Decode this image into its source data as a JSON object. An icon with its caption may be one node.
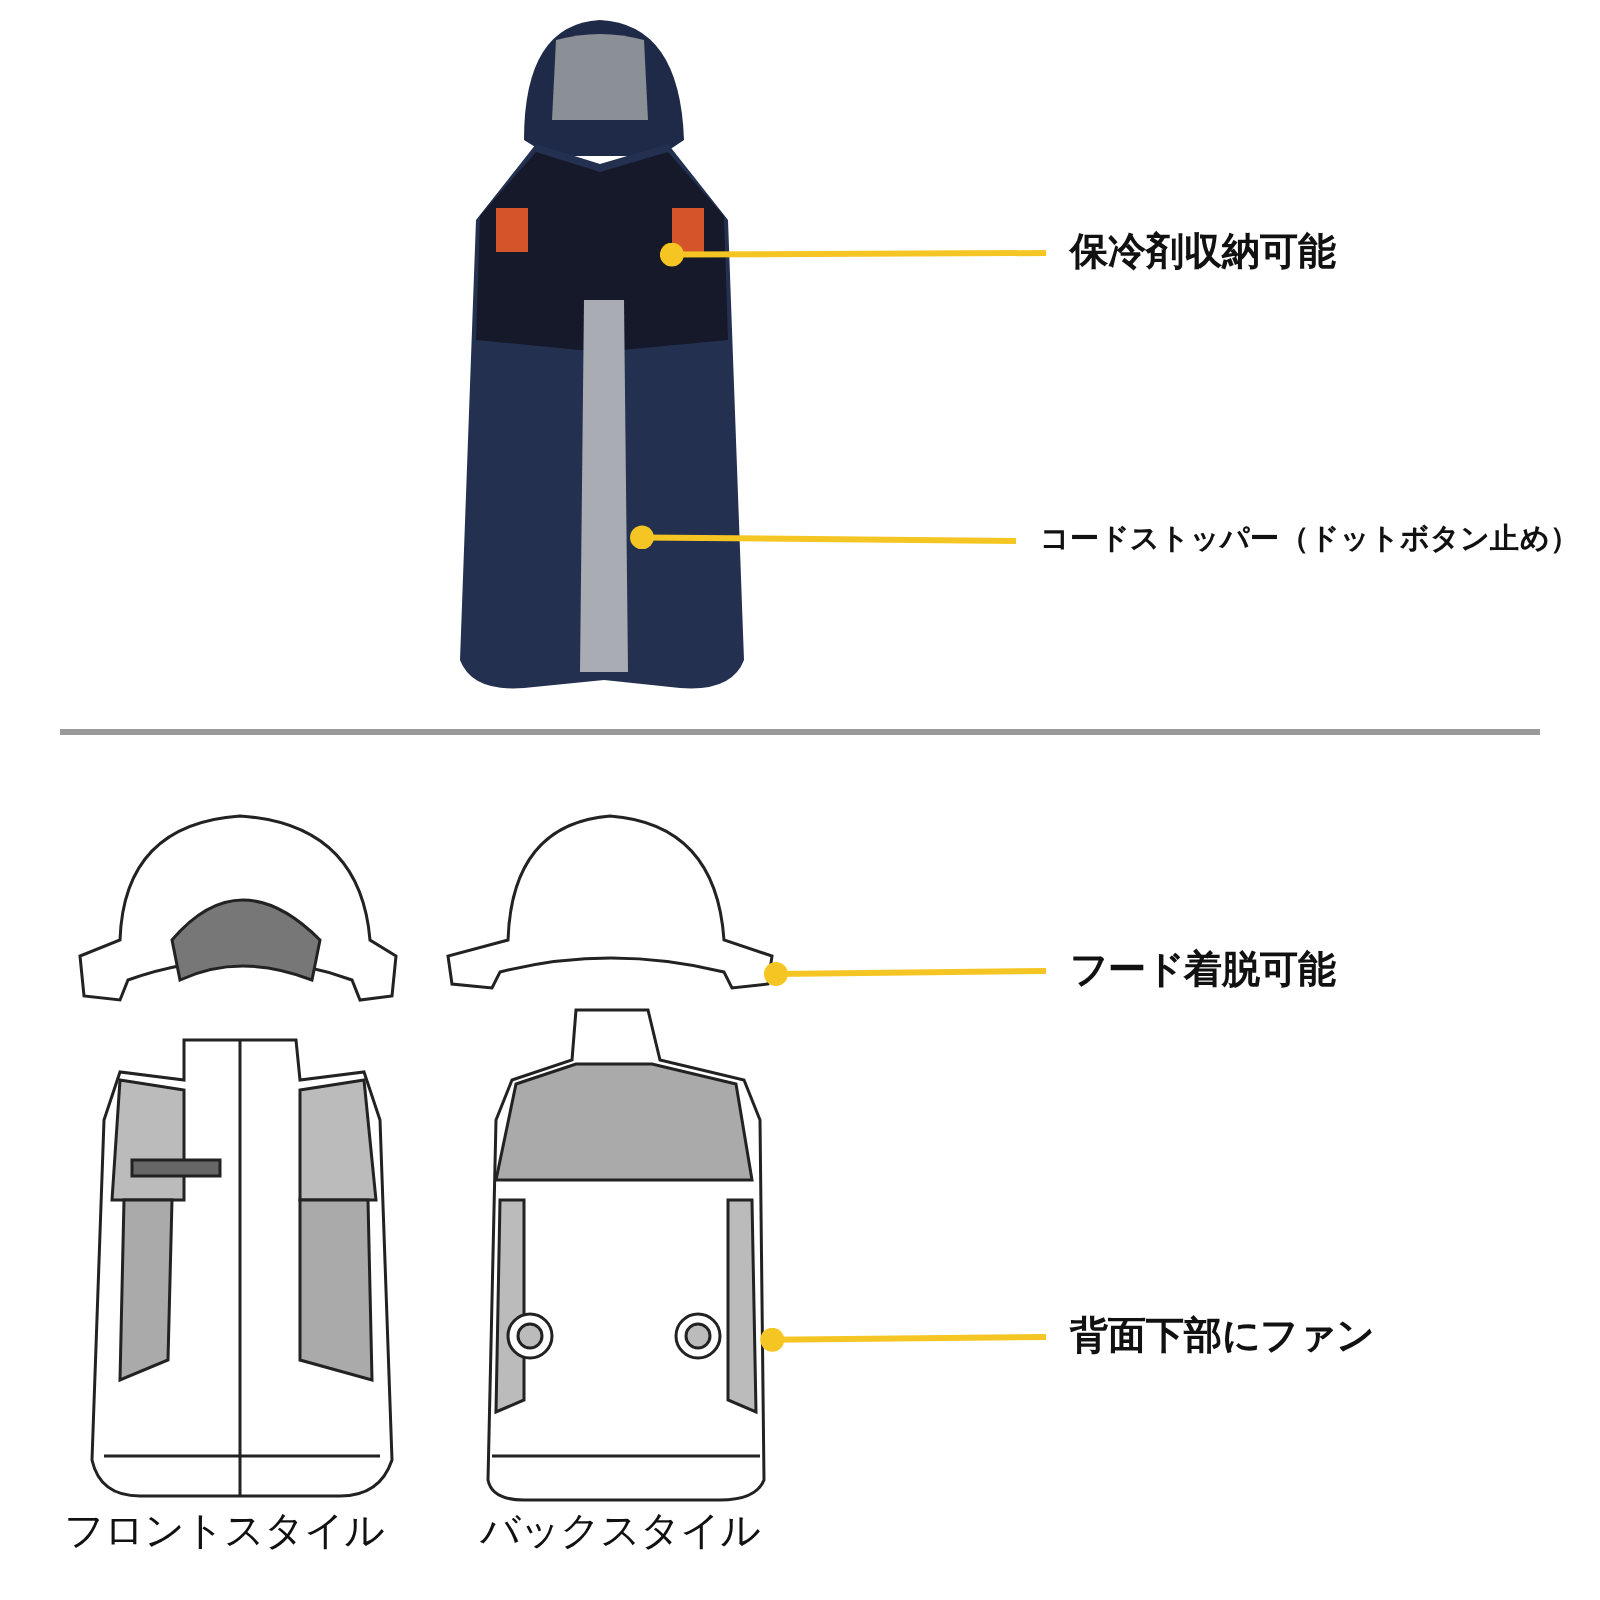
{
  "diagram": {
    "nodes": [
      {
        "text": [
          "保冷剤収納可能"
        ]
      },
      {
        "text": [
          "コードストッパー（ドットボタン止め）"
        ]
      },
      {
        "text": [
          "フード着脱可能"
        ]
      },
      {
        "text": [
          "背面下部にファン"
        ]
      },
      {
        "text": [],
        "shape": "picture"
      },
      {
        "text": [],
        "shape": "picture"
      },
      {
        "text": [],
        "shape": "picture"
      }
    ],
    "edges": [
      {
        "from": 0,
        "to": 4,
        "arrow": "other"
      },
      {
        "from": 1,
        "to": 4,
        "arrow": "other"
      },
      {
        "from": 2,
        "to": 5,
        "arrow": "other"
      },
      {
        "from": 3,
        "to": 6,
        "arrow": "other"
      }
    ],
    "labels": [
      "フロントスタイル",
      "バックスタイル"
    ]
  }
}
